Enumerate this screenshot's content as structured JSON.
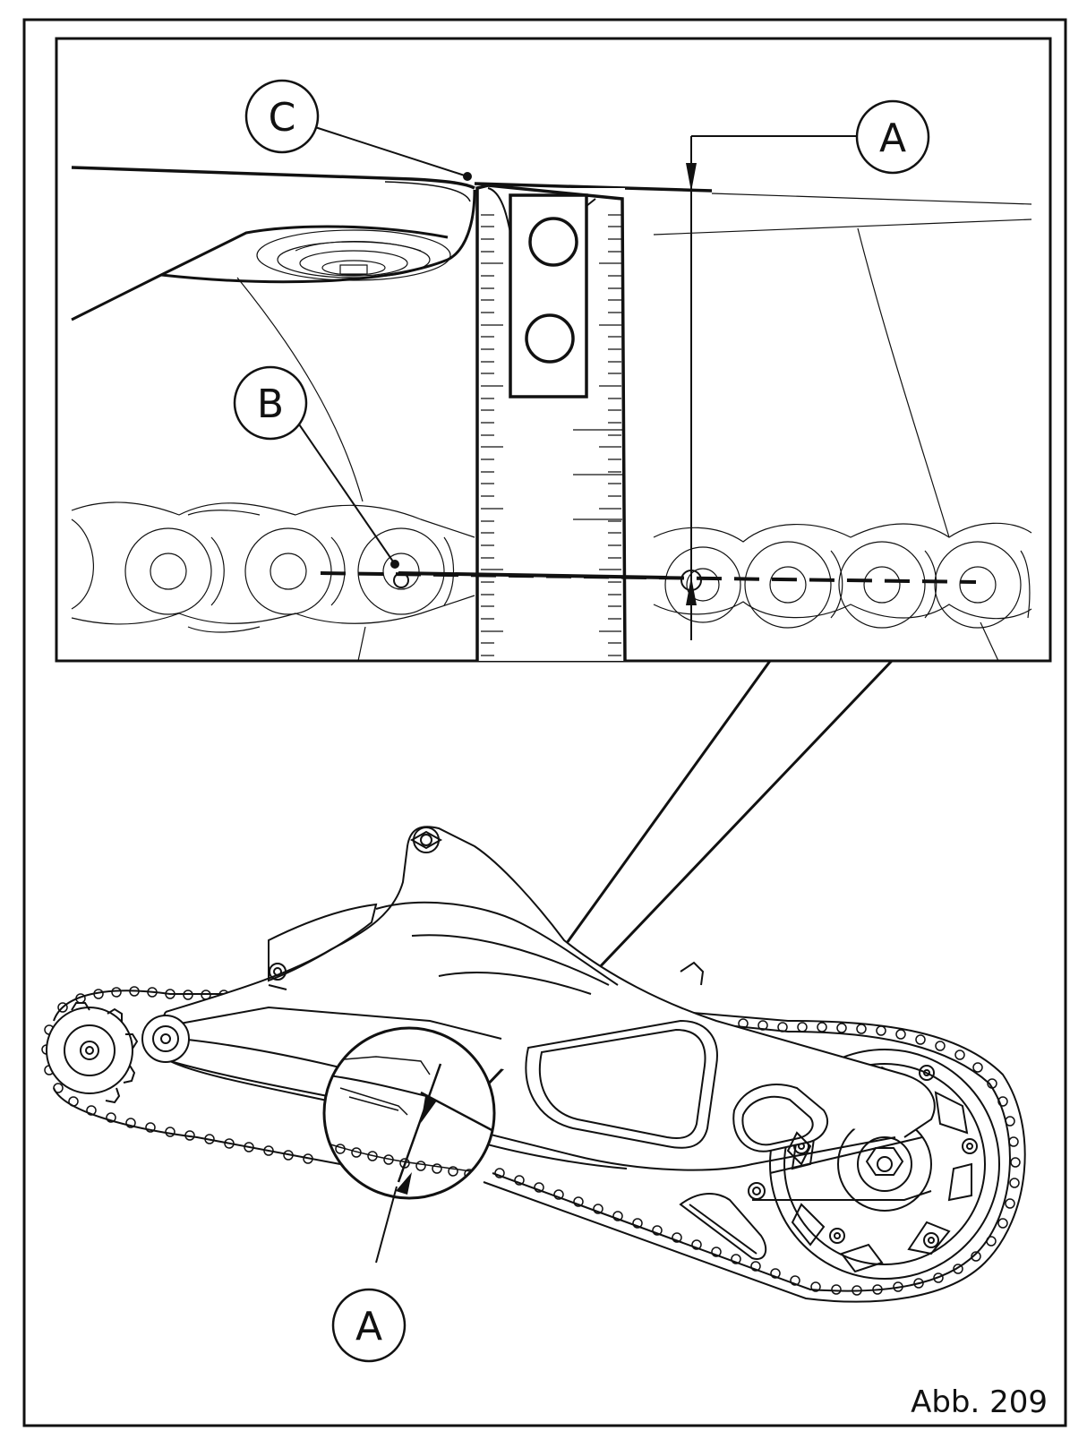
{
  "figure": {
    "caption": "Abb. 209",
    "callouts": {
      "detail_a": "A",
      "detail_b": "B",
      "detail_c": "C",
      "overview_a": "A"
    }
  },
  "colors": {
    "ink": "#111111",
    "paper": "#ffffff"
  }
}
